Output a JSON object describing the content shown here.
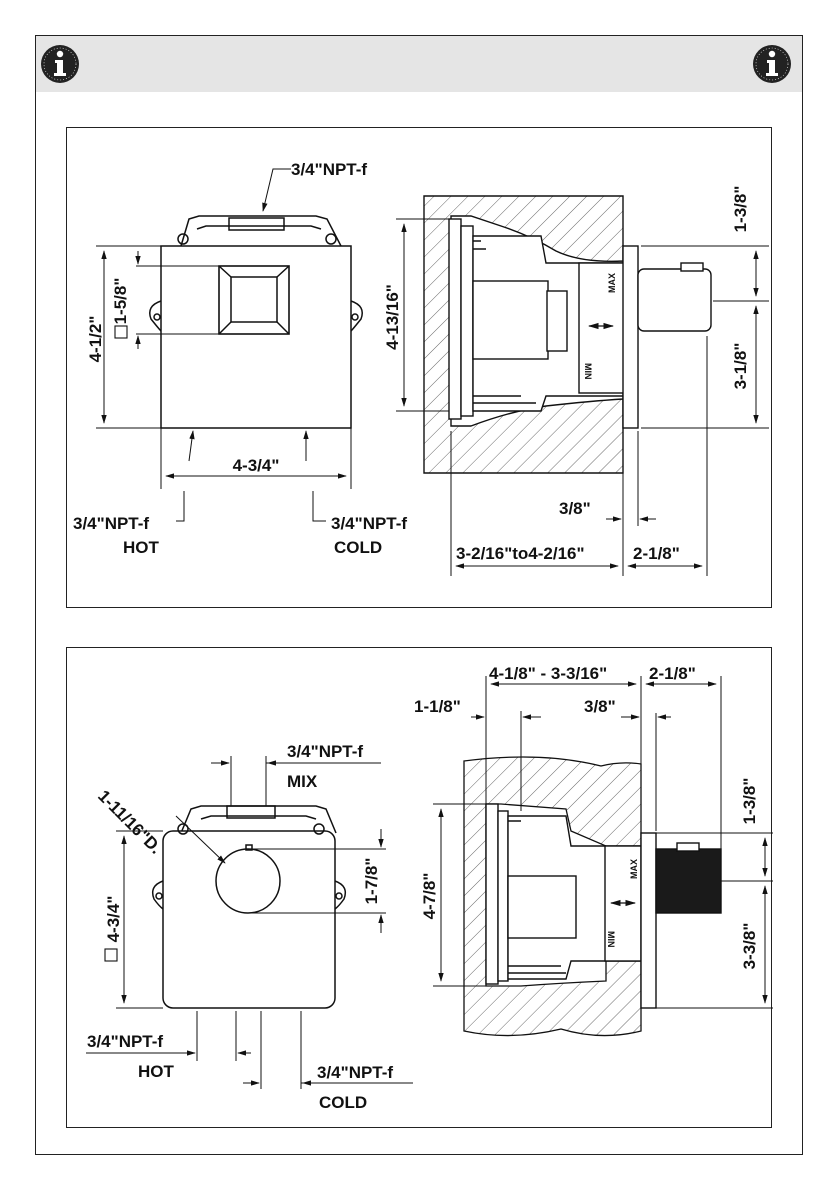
{
  "header": {
    "left_icon": "info-icon",
    "right_icon": "info-icon",
    "band_color": "#e5e5e5"
  },
  "panel1": {
    "npt_top": "3/4\"NPT-f",
    "height_front": "4-1/2\"",
    "square_dim": "1-5/8\"",
    "width_front": "4-3/4\"",
    "hot_npt": "3/4\"NPT-f",
    "hot_label": "HOT",
    "cold_npt": "3/4\"NPT-f",
    "cold_label": "COLD",
    "wall_height": "4-13/16\"",
    "dim_top_right": "1-3/8\"",
    "dim_bottom_right": "3-1/8\"",
    "dim_face": "3/8\"",
    "depth_range": "3-2/16\"to4-2/16\"",
    "depth_knob": "2-1/8\"",
    "max_label": "MAX",
    "min_label": "MIN"
  },
  "panel2": {
    "depth_range": "4-1/8\" - 3-3/16\"",
    "depth_knob": "2-1/8\"",
    "dim_left": "1-1/8\"",
    "dim_face": "3/8\"",
    "diameter": "1-11/16\"D.",
    "mix_npt": "3/4\"NPT-f",
    "mix_label": "MIX",
    "height_front": "4-3/4\"",
    "knob_offset": "1-7/8\"",
    "hot_npt": "3/4\"NPT-f",
    "hot_label": "HOT",
    "cold_npt": "3/4\"NPT-f",
    "cold_label": "COLD",
    "wall_height": "4-7/8\"",
    "dim_top_right": "1-3/8\"",
    "dim_bottom_right": "3-3/8\"",
    "max_label": "MAX",
    "min_label": "MIN"
  }
}
